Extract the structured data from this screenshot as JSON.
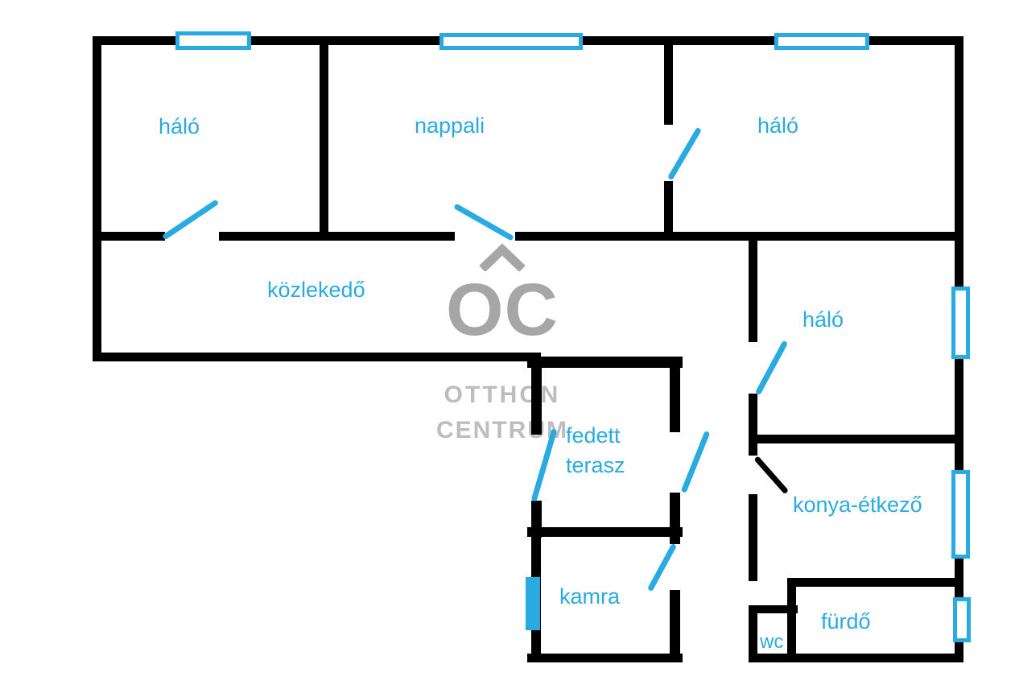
{
  "colors": {
    "wall": "#000000",
    "accent": "#29abe2",
    "watermark-logo": "#a6a6a6",
    "watermark-text": "#bdbdbd"
  },
  "watermark": {
    "logo": "OC",
    "name_line1": "OTTHON",
    "name_line2": "CENTRUM"
  },
  "rooms": {
    "halo_top_left": "háló",
    "nappali": "nappali",
    "halo_top_right": "háló",
    "kozlekedo": "közlekedő",
    "halo_right": "háló",
    "fedett_terasz_line1": "fedett",
    "fedett_terasz_line2": "terasz",
    "konyha_etkezo": "konya-étkező",
    "kamra": "kamra",
    "furdo": "fürdő",
    "wc": "wc"
  }
}
